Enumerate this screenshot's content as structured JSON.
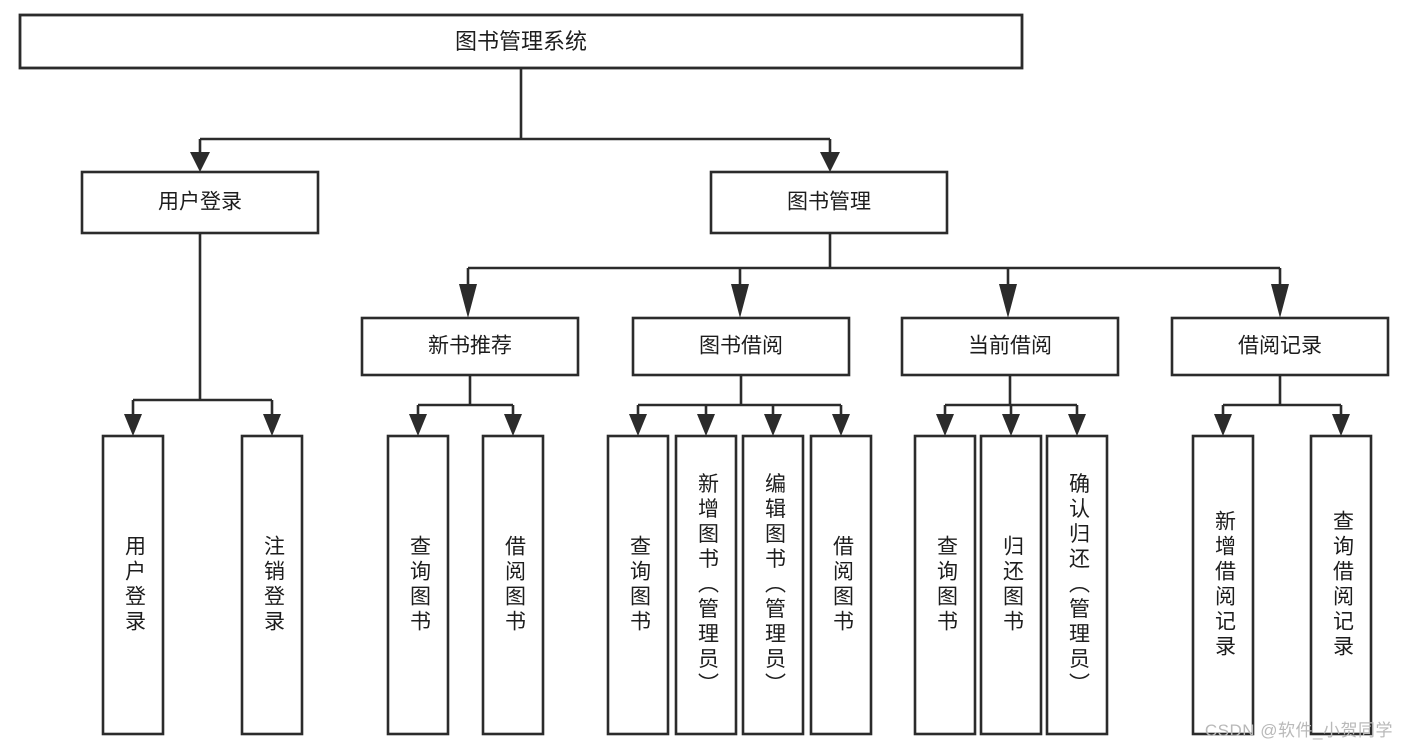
{
  "diagram": {
    "type": "tree-hierarchy",
    "title": "图书管理系统",
    "orientation": "top-down",
    "colors": {
      "background": "#ffffff",
      "box_fill": "#ffffff",
      "box_stroke": "#2b2b2b",
      "text": "#1d1d1d",
      "watermark": "#b9b9b9"
    },
    "levels": 4,
    "root": {
      "label": "图书管理系统",
      "children": [
        {
          "label": "用户登录",
          "children": [
            {
              "label": "用户登录"
            },
            {
              "label": "注销登录"
            }
          ]
        },
        {
          "label": "图书管理",
          "children": [
            {
              "label": "新书推荐",
              "children": [
                {
                  "label": "查询图书"
                },
                {
                  "label": "借阅图书"
                }
              ]
            },
            {
              "label": "图书借阅",
              "children": [
                {
                  "label": "查询图书"
                },
                {
                  "label": "新增图书（管理员）"
                },
                {
                  "label": "编辑图书（管理员）"
                },
                {
                  "label": "借阅图书"
                }
              ]
            },
            {
              "label": "当前借阅",
              "children": [
                {
                  "label": "查询图书"
                },
                {
                  "label": "归还图书"
                },
                {
                  "label": "确认归还（管理员）"
                }
              ]
            },
            {
              "label": "借阅记录",
              "children": [
                {
                  "label": "新增借阅记录"
                },
                {
                  "label": "查询借阅记录"
                }
              ]
            }
          ]
        }
      ]
    }
  },
  "nodes": {
    "root": "图书管理系统",
    "l2": {
      "user_login": "用户登录",
      "book_manage": "图书管理"
    },
    "l3": {
      "new_book_rec": "新书推荐",
      "book_borrow": "图书借阅",
      "current_borrow": "当前借阅",
      "borrow_record": "借阅记录"
    },
    "leaves": {
      "user_login_1": "用户登录",
      "user_login_2": "注销登录",
      "new_book_rec_1": "查询图书",
      "new_book_rec_2": "借阅图书",
      "book_borrow_1": "查询图书",
      "book_borrow_2": "新增图书（管理员）",
      "book_borrow_3": "编辑图书（管理员）",
      "book_borrow_4": "借阅图书",
      "current_borrow_1": "查询图书",
      "current_borrow_2": "归还图书",
      "current_borrow_3": "确认归还（管理员）",
      "borrow_record_1": "新增借阅记录",
      "borrow_record_2": "查询借阅记录"
    }
  },
  "watermark": {
    "text": "CSDN @软件_小贺同学"
  }
}
